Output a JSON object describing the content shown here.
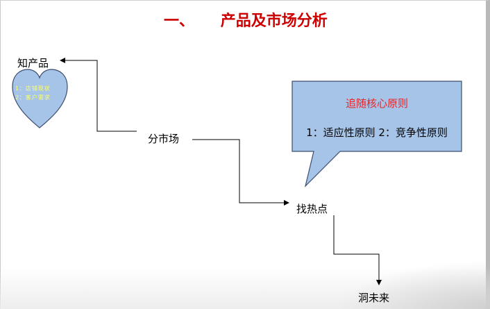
{
  "title": {
    "number": "一、",
    "text": "产品及市场分析"
  },
  "nodes": {
    "know_product": "知产品",
    "divide_market": "分市场",
    "find_hotspot": "找热点",
    "insight_future": "洞未来"
  },
  "heart": {
    "line1": "1：店铺现状",
    "line2": "2：客户需求"
  },
  "callout": {
    "title": "追随核心原则",
    "body": "1：适应性原则 2：竞争性原则"
  },
  "colors": {
    "shape_fill": "#a6c4e8",
    "shape_stroke": "#3c4e6e",
    "title_red": "#cc0000",
    "callout_red": "#e8252a",
    "heart_text": "#ffff66"
  }
}
